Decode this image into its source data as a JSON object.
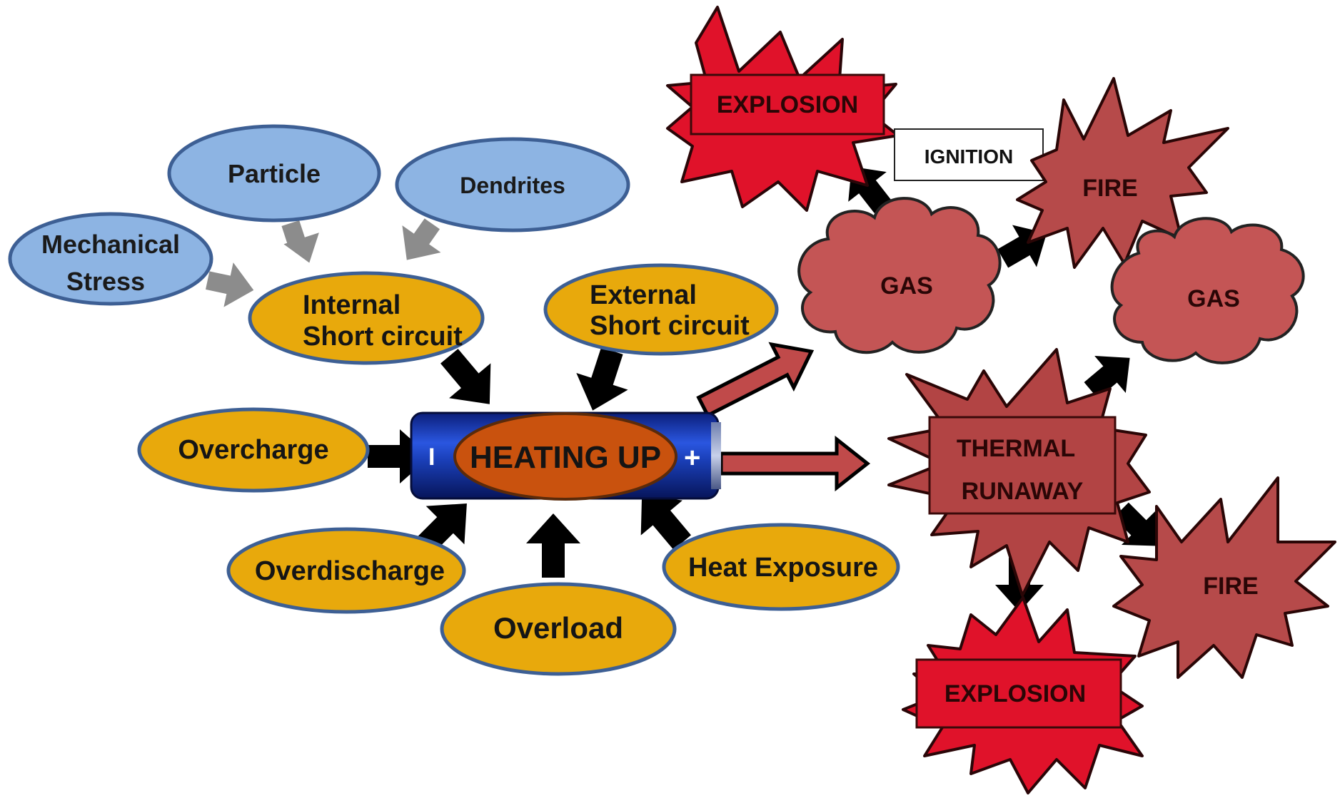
{
  "causes_primary": {
    "particle": "Particle",
    "dendrites": "Dendrites",
    "mechanical_stress": [
      "Mechanical",
      "Stress"
    ]
  },
  "causes": {
    "internal_short": [
      "Internal",
      "Short circuit"
    ],
    "external_short": [
      "External",
      "Short circuit"
    ],
    "overcharge": "Overcharge",
    "overdischarge": "Overdischarge",
    "overload": "Overload",
    "heat_exposure": "Heat Exposure"
  },
  "cell": {
    "label": "HEATING UP",
    "negative": "I",
    "positive": "+"
  },
  "outcomes": {
    "explosion_top": "EXPLOSION",
    "ignition": "IGNITION",
    "fire_top": "FIRE",
    "gas_left": "GAS",
    "gas_right": "GAS",
    "thermal_runaway": [
      "THERMAL",
      "RUNAWAY"
    ],
    "fire_bottom": "FIRE",
    "explosion_bottom": "EXPLOSION"
  },
  "colors": {
    "blue_fill": "#8db4e3",
    "blue_stroke": "#3d5f94",
    "orange_fill": "#e8a90c",
    "orange_stroke": "#3d5f94",
    "cell_blue": "#1a3fb8",
    "heat_fill": "#c9520e",
    "explosion_red": "#e0122a",
    "fire_red": "#b64a4a",
    "gas_red": "#c45555",
    "runaway_red": "#b24444",
    "grey_arrow": "#8c8c8c",
    "black_arrow": "#000000"
  }
}
